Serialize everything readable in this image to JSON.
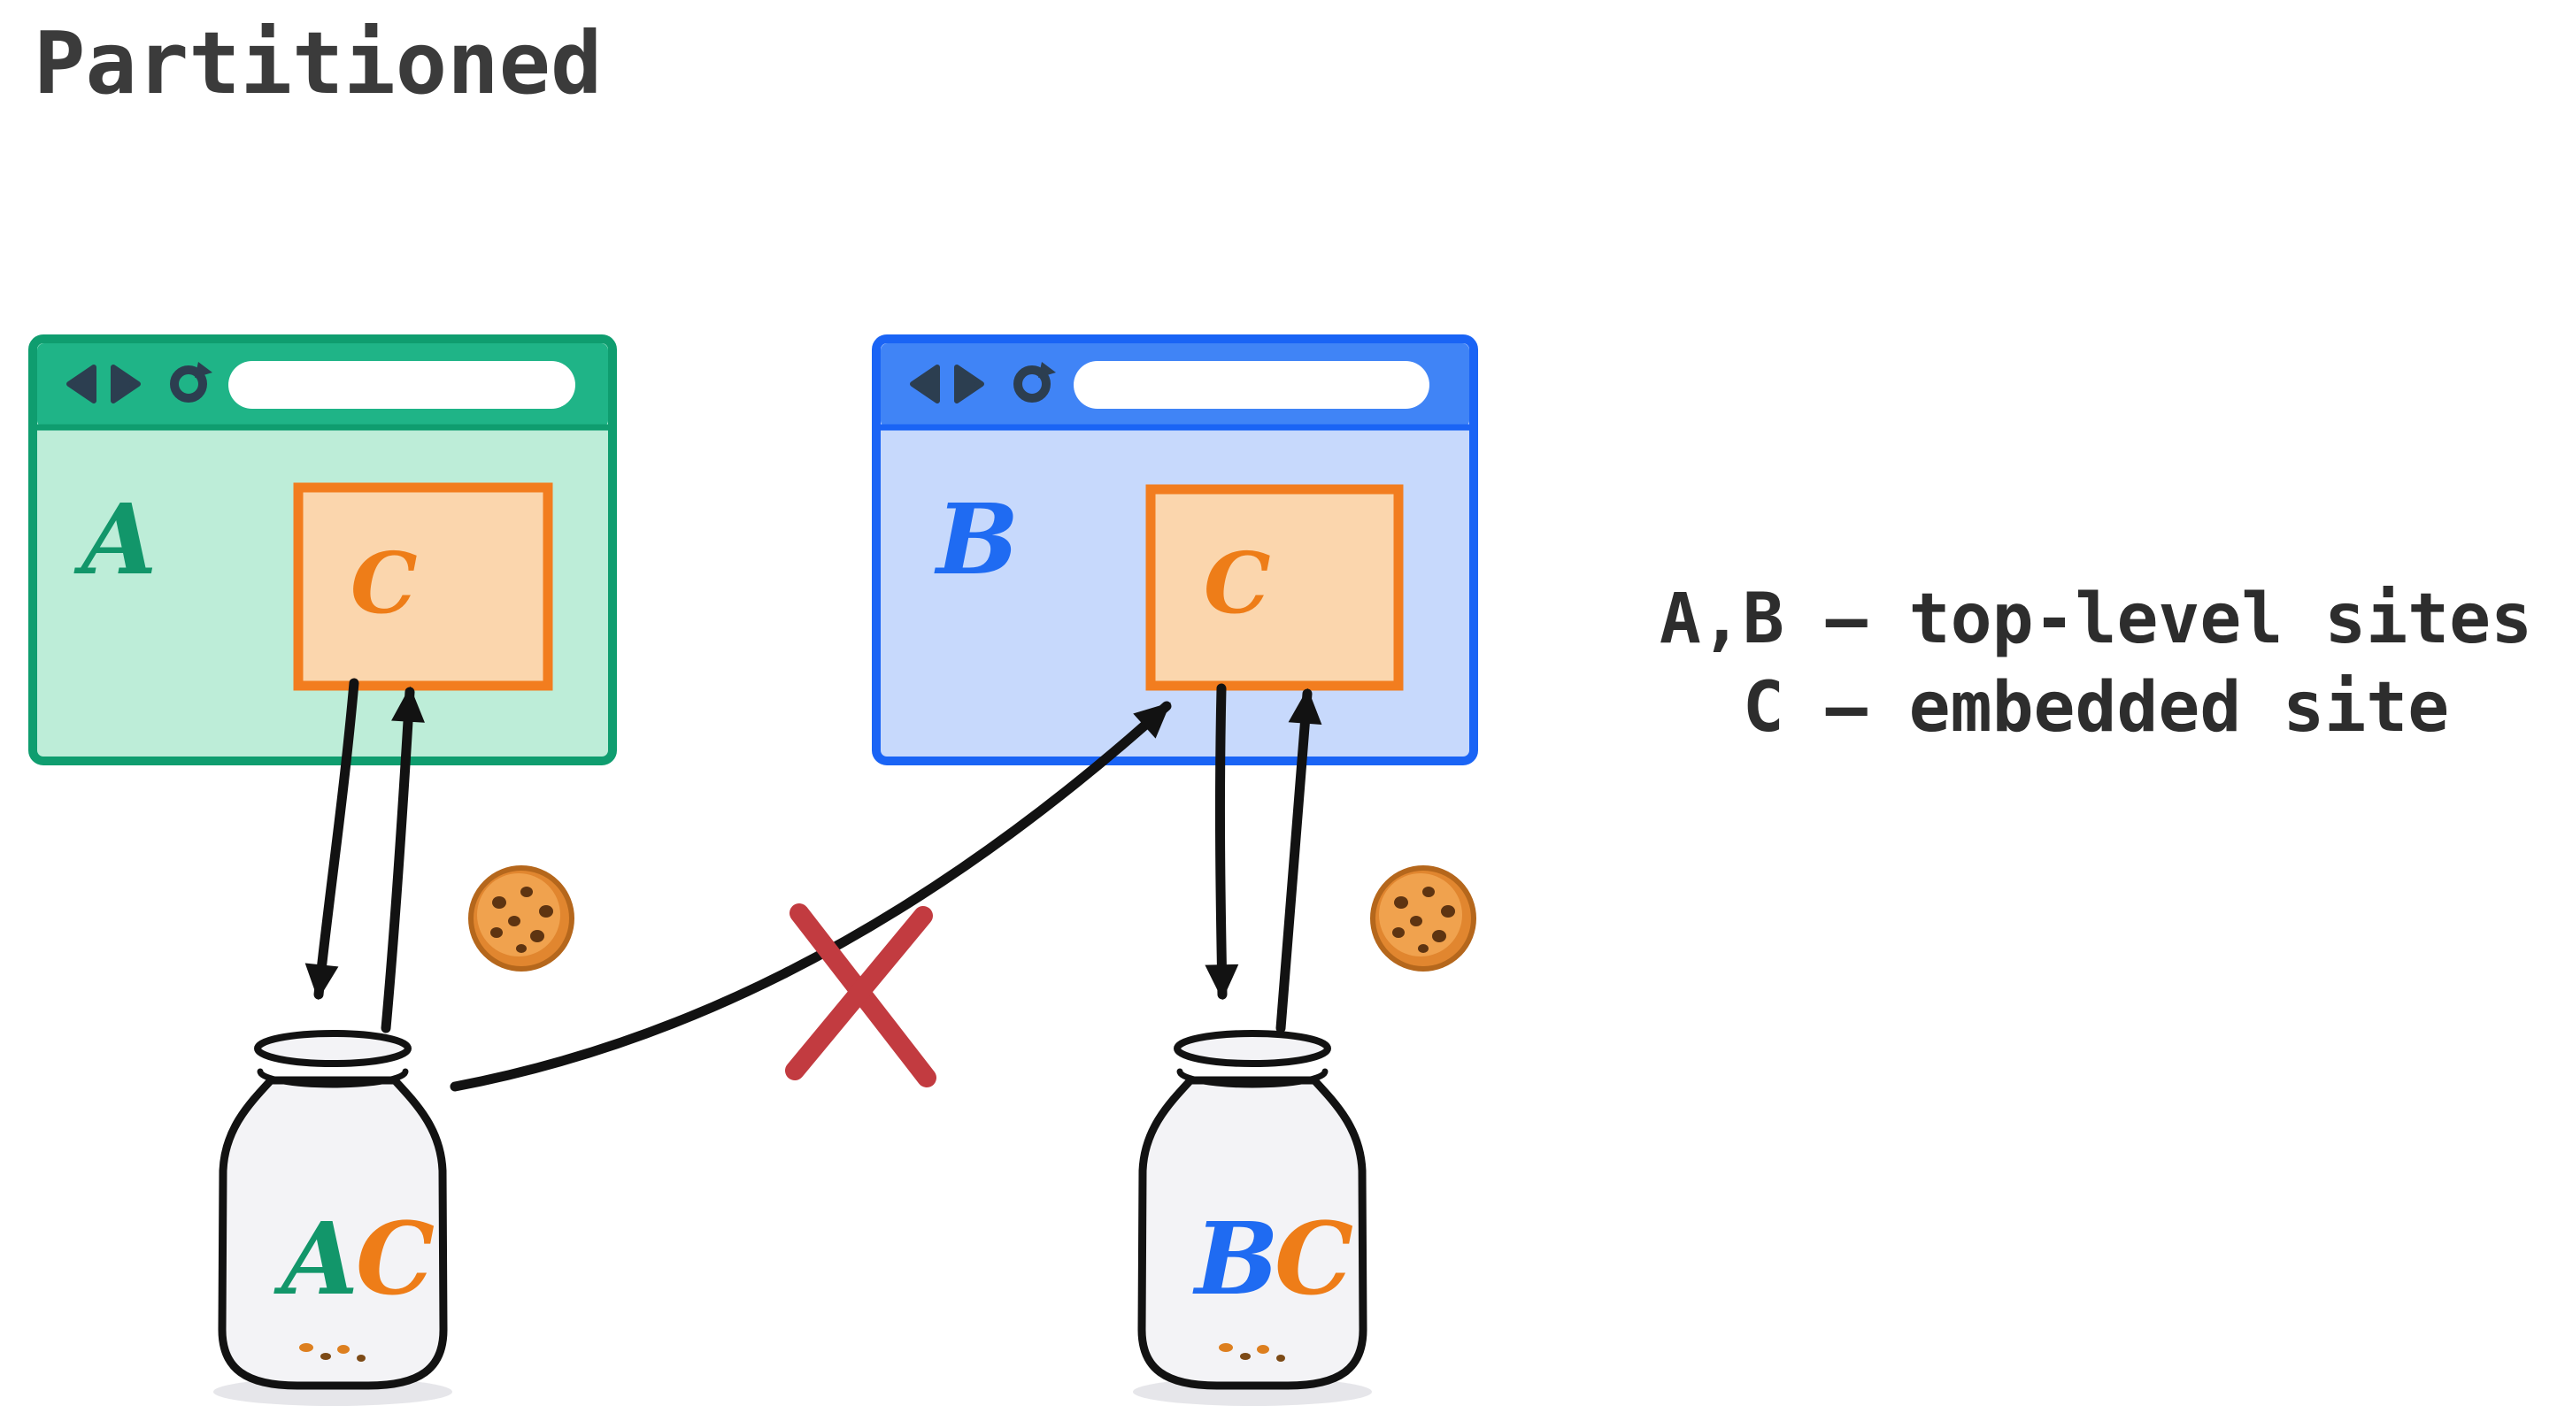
{
  "title": "Partitioned",
  "legend": {
    "line1": "A,B – top-level sites",
    "line2": "C – embedded site"
  },
  "windows": {
    "a": {
      "label": "A",
      "embedded_label": "C"
    },
    "b": {
      "label": "B",
      "embedded_label": "C"
    }
  },
  "jars": {
    "left": {
      "letters": [
        "A",
        "C"
      ]
    },
    "right": {
      "letters": [
        "B",
        "C"
      ]
    }
  },
  "icons": {
    "back": "back-icon",
    "forward": "forward-icon",
    "reload": "reload-icon",
    "cookie": "cookie-icon",
    "blocked": "blocked-cross-icon",
    "arrowhead": "arrowhead-icon"
  },
  "colors": {
    "title_text": "#3b3b3b",
    "legend_text": "#2d2d2d",
    "green_border": "#0f9d6f",
    "green_toolbar": "#1fb487",
    "green_content": "#bdedd8",
    "green_letter": "#12966a",
    "blue_border": "#1a64f5",
    "blue_toolbar": "#4084f6",
    "blue_content": "#c7d9fc",
    "blue_letter": "#1f6bf2",
    "orange_border": "#f27d1f",
    "orange_fill": "#fbd6ad",
    "orange_letter": "#ee7d18",
    "icon_dark": "#2c3e50",
    "address_bar": "#ffffff",
    "ink": "#121212",
    "red_x": "#c23b40",
    "jar_fill": "#f3f3f6",
    "jar_shadow": "#e6e6ea",
    "cookie_base": "#e1862f",
    "cookie_edge": "#b5671c",
    "cookie_inner": "#f0a24e",
    "cookie_chip": "#5e3411",
    "crumb_orange": "#dd7f1f",
    "crumb_brown": "#7c4a16"
  }
}
